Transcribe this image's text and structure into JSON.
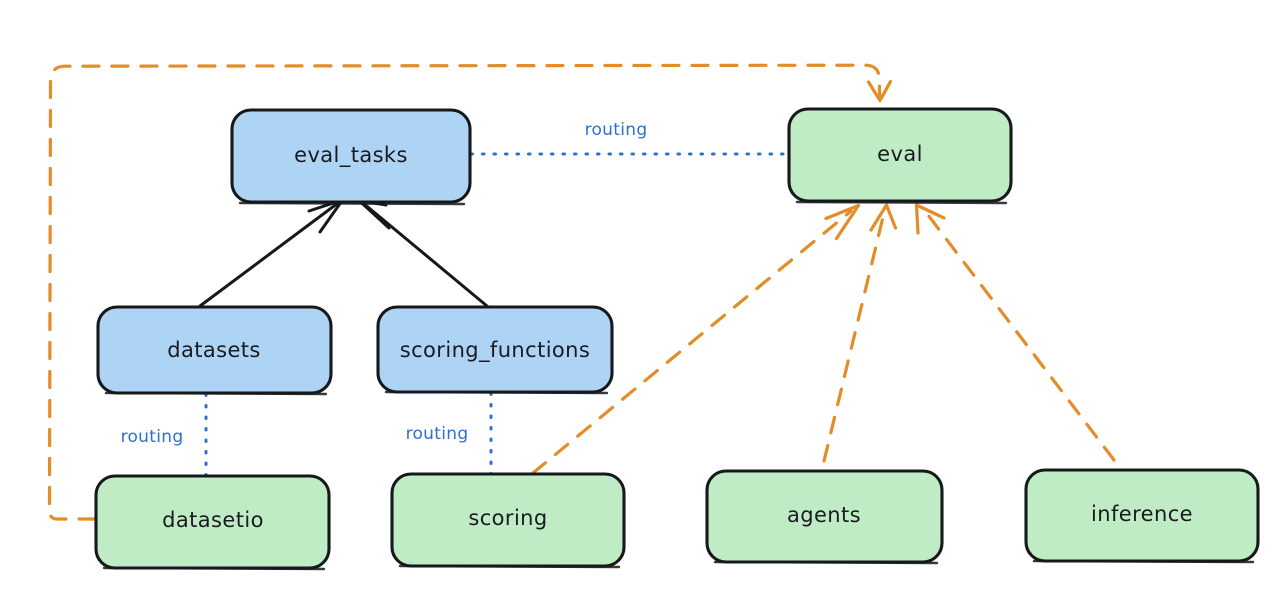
{
  "diagram": {
    "type": "flow-graph",
    "title": "",
    "background_color": "#ffffff",
    "palette": {
      "api_node_fill": "#aed4f5",
      "provider_node_fill": "#bfecc5",
      "node_stroke": "#16181b",
      "routing_edge_color": "#2e6fd0",
      "dependency_edge_color": "#e38c28",
      "solid_edge_color": "#16181b",
      "label_text_color": "#1b1b1f"
    },
    "nodes": [
      {
        "id": "eval_tasks",
        "label": "eval_tasks",
        "kind": "api",
        "color": "#aed4f5"
      },
      {
        "id": "eval",
        "label": "eval",
        "kind": "provider",
        "color": "#bfecc5"
      },
      {
        "id": "datasets",
        "label": "datasets",
        "kind": "api",
        "color": "#aed4f5"
      },
      {
        "id": "scoring_functions",
        "label": "scoring_functions",
        "kind": "api",
        "color": "#aed4f5"
      },
      {
        "id": "datasetio",
        "label": "datasetio",
        "kind": "provider",
        "color": "#bfecc5"
      },
      {
        "id": "scoring",
        "label": "scoring",
        "kind": "provider",
        "color": "#bfecc5"
      },
      {
        "id": "agents",
        "label": "agents",
        "kind": "provider",
        "color": "#bfecc5"
      },
      {
        "id": "inference",
        "label": "inference",
        "kind": "provider",
        "color": "#bfecc5"
      }
    ],
    "edges": [
      {
        "from": "eval_tasks",
        "to": "eval",
        "style": "dotted",
        "color": "#2e6fd0",
        "label": "routing",
        "arrow": false
      },
      {
        "from": "datasets",
        "to": "datasetio",
        "style": "dotted",
        "color": "#2e6fd0",
        "label": "routing",
        "arrow": false
      },
      {
        "from": "scoring_functions",
        "to": "scoring",
        "style": "dotted",
        "color": "#2e6fd0",
        "label": "routing",
        "arrow": false
      },
      {
        "from": "datasets",
        "to": "eval_tasks",
        "style": "solid",
        "color": "#16181b",
        "label": "",
        "arrow": true
      },
      {
        "from": "scoring_functions",
        "to": "eval_tasks",
        "style": "solid",
        "color": "#16181b",
        "label": "",
        "arrow": true
      },
      {
        "from": "datasetio",
        "to": "eval",
        "style": "dashed",
        "color": "#e38c28",
        "label": "",
        "arrow": true
      },
      {
        "from": "scoring",
        "to": "eval",
        "style": "dashed",
        "color": "#e38c28",
        "label": "",
        "arrow": true
      },
      {
        "from": "agents",
        "to": "eval",
        "style": "dashed",
        "color": "#e38c28",
        "label": "",
        "arrow": true
      },
      {
        "from": "inference",
        "to": "eval",
        "style": "dashed",
        "color": "#e38c28",
        "label": "",
        "arrow": true
      }
    ],
    "edge_labels": {
      "routing_eval_tasks": "routing",
      "routing_datasets": "routing",
      "routing_scoring_functions": "routing"
    }
  }
}
